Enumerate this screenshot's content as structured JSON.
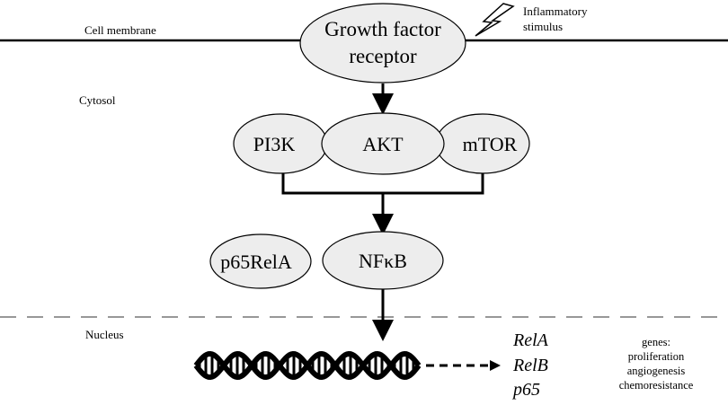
{
  "compartments": {
    "membrane": "Cell membrane",
    "cytosol": "Cytosol",
    "nucleus": "Nucleus"
  },
  "stimulus": {
    "line1": "Inflammatory",
    "line2": "stimulus",
    "icon": "lightning-bolt-icon"
  },
  "receptor": {
    "line1": "Growth factor",
    "line2": "receptor"
  },
  "complex": {
    "pi3k": "PI3K",
    "akt": "AKT",
    "mtor": "mTOR"
  },
  "nfkb_complex": {
    "p65rela": "p65RelA",
    "nfkb": "NFκB"
  },
  "target_genes": [
    "RelA",
    "RelB",
    "p65"
  ],
  "gene_functions": {
    "heading": "genes:",
    "items": [
      "proliferation",
      "angiogenesis",
      "chemoresistance"
    ]
  },
  "dna_icon": "dna-double-helix-icon",
  "fill_color": "#ededed"
}
